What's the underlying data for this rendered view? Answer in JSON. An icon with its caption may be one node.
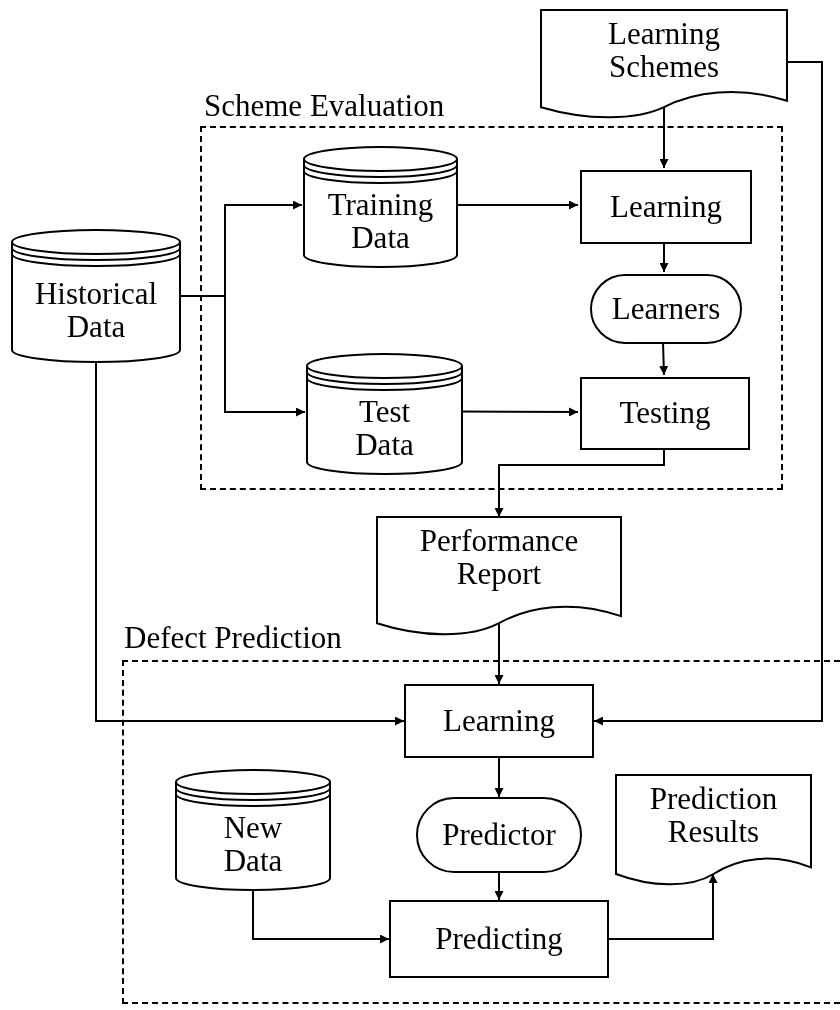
{
  "diagram": {
    "nodes": [
      {
        "text": [
          "Scheme Evaluation"
        ]
      },
      {
        "text": [
          "Learning Schemes"
        ]
      },
      {
        "text": [
          "Historical Data"
        ]
      },
      {
        "text": [
          "Training Data"
        ],
        "in": 0
      },
      {
        "text": [
          "Test Data"
        ],
        "in": 0
      },
      {
        "text": [
          "Learning"
        ],
        "in": 0
      },
      {
        "text": [
          "Learners"
        ],
        "in": 0
      },
      {
        "text": [
          "Testing"
        ],
        "in": 0
      },
      {
        "text": [
          "Performance Report"
        ]
      },
      {
        "text": [
          "Defect Prediction"
        ]
      },
      {
        "text": [
          "Learning"
        ],
        "in": 9
      },
      {
        "text": [
          "New Data"
        ],
        "in": 9
      },
      {
        "text": [
          "Predictor"
        ],
        "in": 9
      },
      {
        "text": [
          "Prediction Results"
        ],
        "in": 9
      },
      {
        "text": [
          "Predicting"
        ],
        "in": 9
      }
    ],
    "edges": [
      {
        "from": 1,
        "to": 5,
        "arrow": "to"
      },
      {
        "from": 2,
        "to": 3,
        "arrow": "to"
      },
      {
        "from": 2,
        "to": 4,
        "arrow": "to"
      },
      {
        "from": 3,
        "to": 5,
        "arrow": "to"
      },
      {
        "from": 5,
        "to": 6,
        "arrow": "to"
      },
      {
        "from": 6,
        "to": 7,
        "arrow": "to"
      },
      {
        "from": 4,
        "to": 7,
        "arrow": "to"
      },
      {
        "from": 7,
        "to": 8,
        "arrow": "to"
      },
      {
        "from": 8,
        "to": 10,
        "arrow": "to"
      },
      {
        "from": 2,
        "to": 10,
        "arrow": "to"
      },
      {
        "from": 1,
        "to": 10,
        "arrow": "to"
      },
      {
        "from": 10,
        "to": 12,
        "arrow": "to"
      },
      {
        "from": 12,
        "to": 14,
        "arrow": "to"
      },
      {
        "from": 11,
        "to": 14,
        "arrow": "to"
      },
      {
        "from": 14,
        "to": 13,
        "arrow": "to"
      }
    ]
  }
}
